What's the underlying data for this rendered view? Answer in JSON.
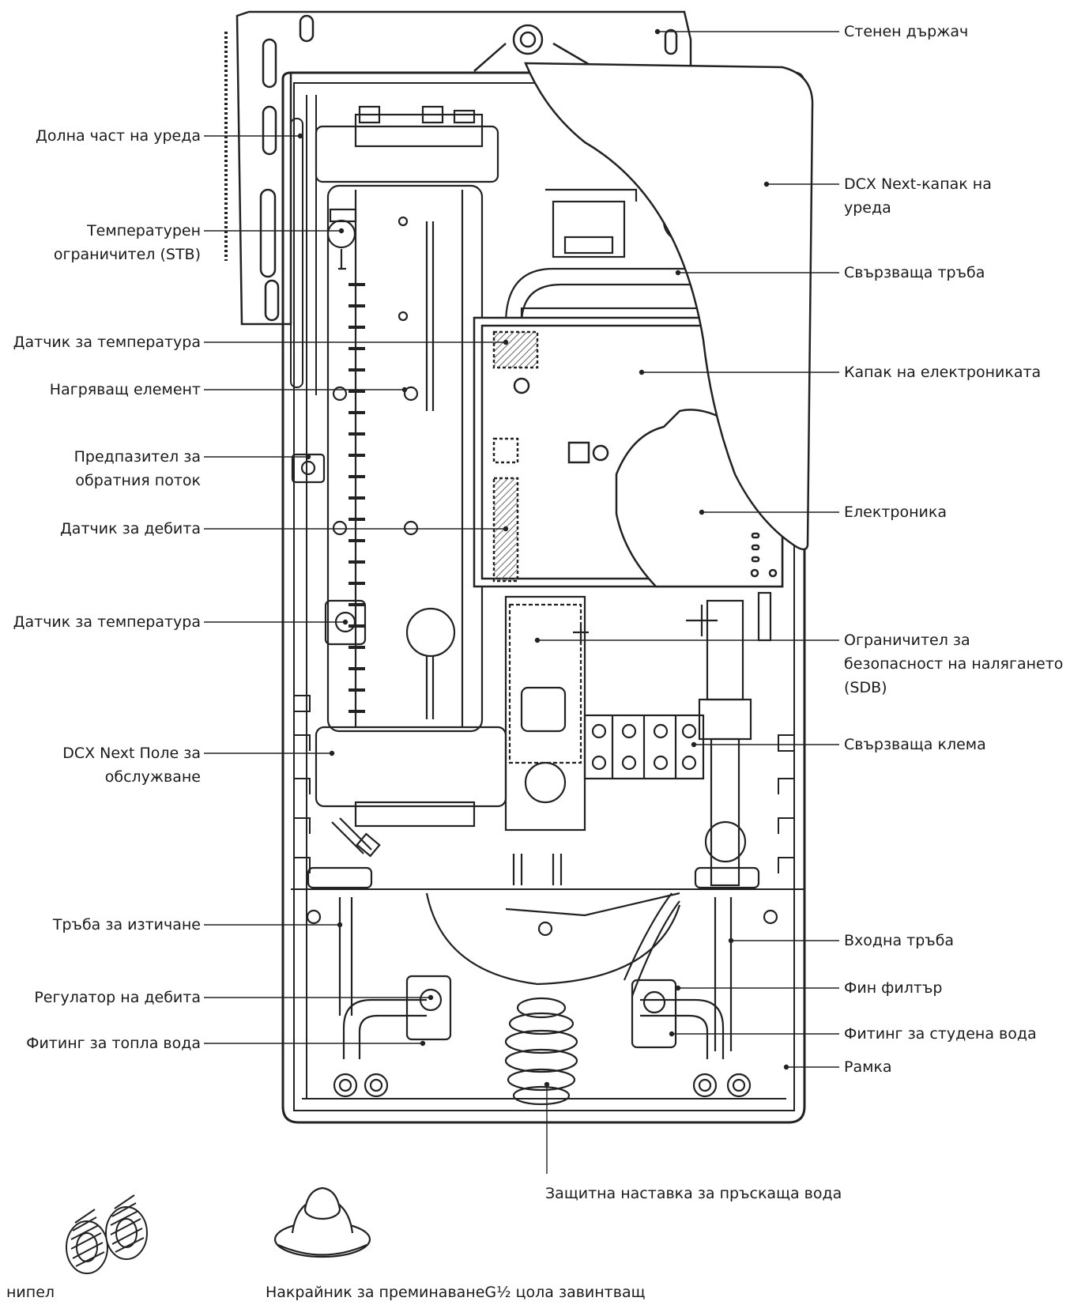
{
  "labels_left": [
    {
      "id": "lower-part",
      "lines": [
        "Долна част на уреда"
      ]
    },
    {
      "id": "temp-limiter",
      "lines": [
        "Температурен",
        "ограничител (STB)"
      ]
    },
    {
      "id": "temp-sensor-1",
      "lines": [
        "Датчик за температура"
      ]
    },
    {
      "id": "heating-element",
      "lines": [
        "Нагряващ елемент"
      ]
    },
    {
      "id": "backflow-preventer",
      "lines": [
        "Предпазител за",
        "обратния поток"
      ]
    },
    {
      "id": "flow-sensor",
      "lines": [
        "Датчик за дебита"
      ]
    },
    {
      "id": "temp-sensor-2",
      "lines": [
        "Датчик за температура"
      ]
    },
    {
      "id": "service-panel",
      "lines": [
        "DCX Next Поле за",
        "обслужване"
      ]
    },
    {
      "id": "drain-pipe",
      "lines": [
        "Тръба за изтичане"
      ]
    },
    {
      "id": "flow-regulator",
      "lines": [
        "Регулатор на дебита"
      ]
    },
    {
      "id": "hot-water-fitting",
      "lines": [
        "Фитинг за топла вода"
      ]
    }
  ],
  "labels_right": [
    {
      "id": "wall-bracket",
      "lines": [
        "Стенен държач"
      ]
    },
    {
      "id": "device-cover",
      "lines": [
        "DCX Next-капак на",
        "уреда"
      ]
    },
    {
      "id": "connecting-pipe",
      "lines": [
        "Свързваща тръба"
      ]
    },
    {
      "id": "electronics-cover",
      "lines": [
        "Капак на електрониката"
      ]
    },
    {
      "id": "electronics",
      "lines": [
        "Електроника"
      ]
    },
    {
      "id": "pressure-limiter",
      "lines": [
        "Ограничител за",
        "безопасност на налягането",
        "(SDB)"
      ]
    },
    {
      "id": "terminal-block",
      "lines": [
        "Свързваща клема"
      ]
    },
    {
      "id": "inlet-pipe",
      "lines": [
        "Входна тръба"
      ]
    },
    {
      "id": "fine-filter",
      "lines": [
        "Фин филтър"
      ]
    },
    {
      "id": "cold-water-fitting",
      "lines": [
        "Фитинг за студена вода"
      ]
    },
    {
      "id": "frame",
      "lines": [
        "Рамка"
      ]
    }
  ],
  "labels_bottom": [
    {
      "id": "splash-guard",
      "lines": [
        "Защитна наставка за пръскаща вода"
      ]
    },
    {
      "id": "grommet",
      "lines": [
        "Накрайник за преминаванеG½ цола завинтващ"
      ]
    },
    {
      "id": "nipple",
      "lines": [
        "нипел"
      ]
    }
  ]
}
